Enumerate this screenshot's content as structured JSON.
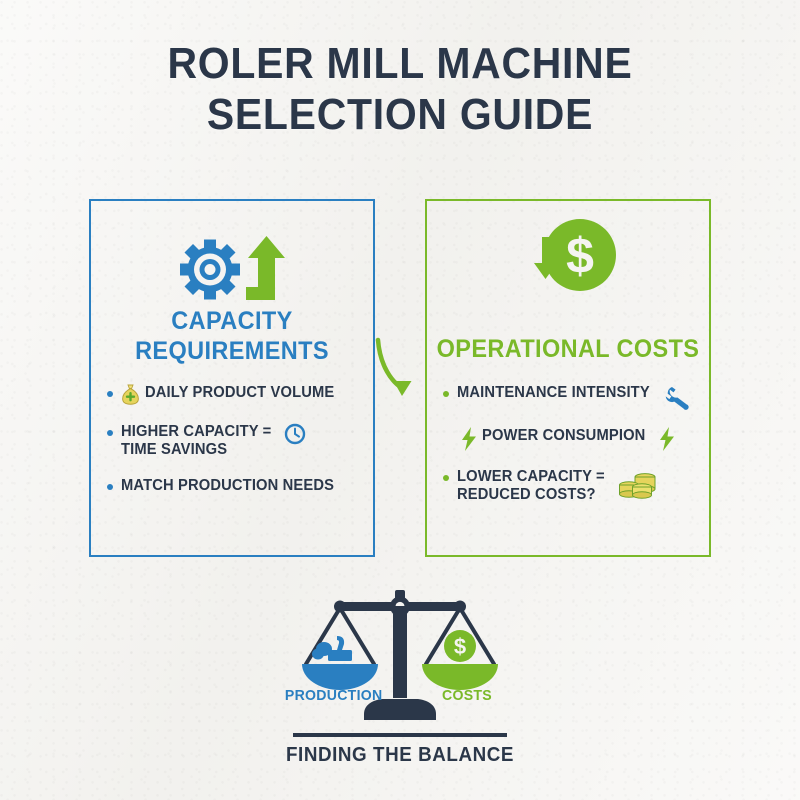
{
  "theme": {
    "background": "#f5f4f1",
    "ink": "#2b3749",
    "blue": "#2a7fc1",
    "green": "#7ab929",
    "coin_yellow": "#e8d34a"
  },
  "title": {
    "line1": "ROLER MILL MACHINE",
    "line2": "SELECTION GUIDE"
  },
  "panels": [
    {
      "id": "capacity",
      "accent": "#2a7fc1",
      "icon": "gear-up-arrow-icon",
      "heading_line1": "CAPACITY",
      "heading_line2": "REQUIREMENTS",
      "bullets": [
        {
          "text": "DAILY PRODUCT VOLUME",
          "dot": true,
          "icon_left": "money-bag-icon",
          "icon_right": ""
        },
        {
          "text": "HIGHER CAPACITY =\nTIME SAVINGS",
          "dot": true,
          "icon_left": "",
          "icon_right": "clock-icon"
        },
        {
          "text": "MATCH PRODUCTION NEEDS",
          "dot": true,
          "icon_left": "",
          "icon_right": ""
        }
      ]
    },
    {
      "id": "operational-costs",
      "accent": "#7ab929",
      "icon": "dollar-circle-down-arrow-icon",
      "heading_line1": "OPERATIONAL COSTS",
      "heading_line2": "",
      "bullets": [
        {
          "text": "MAINTENANCE INTENSITY",
          "dot": true,
          "icon_left": "",
          "icon_right": "wrench-icon"
        },
        {
          "text": "POWER CONSUMPION",
          "dot": false,
          "icon_left": "lightning-bolt-icon",
          "icon_right": "lightning-bolt-icon"
        },
        {
          "text": "LOWER CAPACITY =\nREDUCED COSTS?",
          "dot": true,
          "icon_left": "",
          "icon_right": "coins-stack-icon"
        }
      ]
    }
  ],
  "connector": {
    "icon": "curved-arrow-down-right-icon",
    "color": "#7ab929"
  },
  "balance": {
    "icon": "balance-scale-icon",
    "left_pan": {
      "label": "PRODUCTION",
      "color": "#2a7fc1",
      "icon": "factory-machine-icon"
    },
    "right_pan": {
      "label": "COSTS",
      "color": "#7ab929",
      "icon": "dollar-coin-icon"
    },
    "caption": "FINDING THE BALANCE"
  }
}
